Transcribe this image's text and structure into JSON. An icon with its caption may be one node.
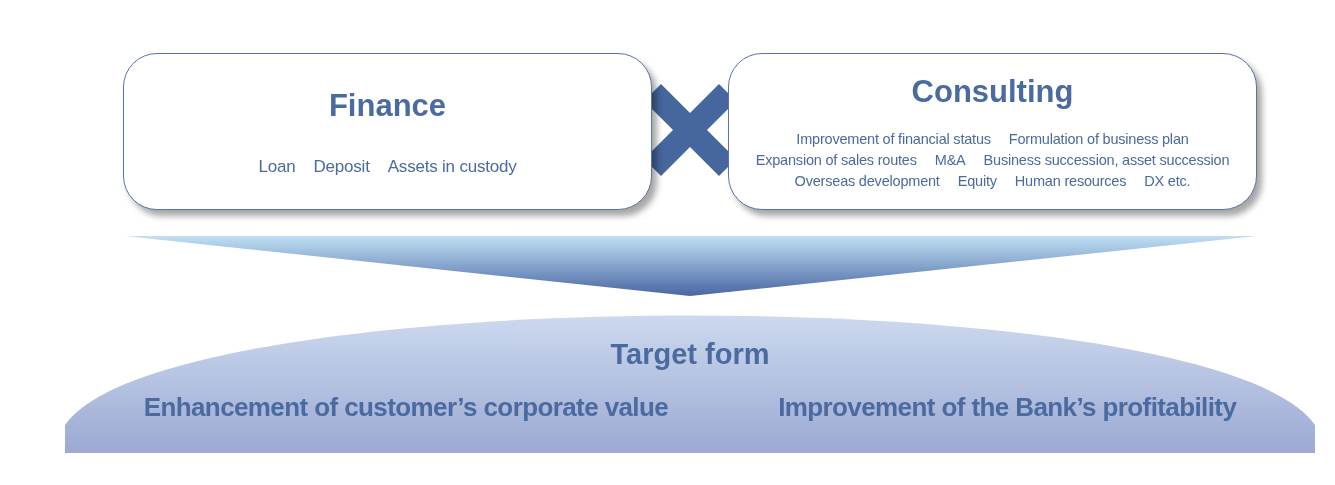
{
  "diagram": {
    "nodes": [
      {
        "text": [
          "Finance",
          "Loan",
          "Deposit",
          "Assets in custody"
        ]
      },
      {
        "text": [
          "Consulting",
          "Improvement of financial status",
          "Formulation of business plan",
          "Expansion of sales routes",
          "M&A",
          "Business succession, asset succession",
          "Overseas development",
          "Equity",
          "Human resources",
          "DX etc."
        ]
      },
      {
        "text": [],
        "shape": "triangle"
      },
      {
        "text": [
          "Target form",
          "Enhancement of customer’s corporate value",
          "Improvement of the Bank’s profitability"
        ]
      }
    ]
  }
}
